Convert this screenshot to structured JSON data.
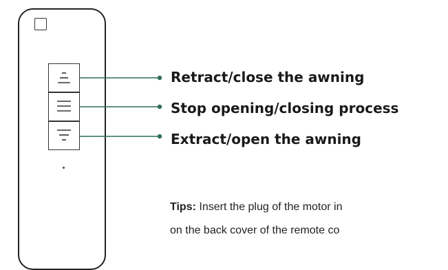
{
  "buttons": [
    {
      "id": "up",
      "label": "Retract/close the awning",
      "icon": "retract-up-icon"
    },
    {
      "id": "stop",
      "label": "Stop opening/closing process",
      "icon": "stop-lines-icon"
    },
    {
      "id": "down",
      "label": "Extract/open the awning",
      "icon": "extract-down-icon"
    }
  ],
  "tips": {
    "prefix": "Tips:",
    "line1": " Insert the plug of the motor in",
    "line2": "on the back cover of the remote co"
  },
  "colors": {
    "leader": "#2e6f55",
    "outline": "#222222"
  }
}
